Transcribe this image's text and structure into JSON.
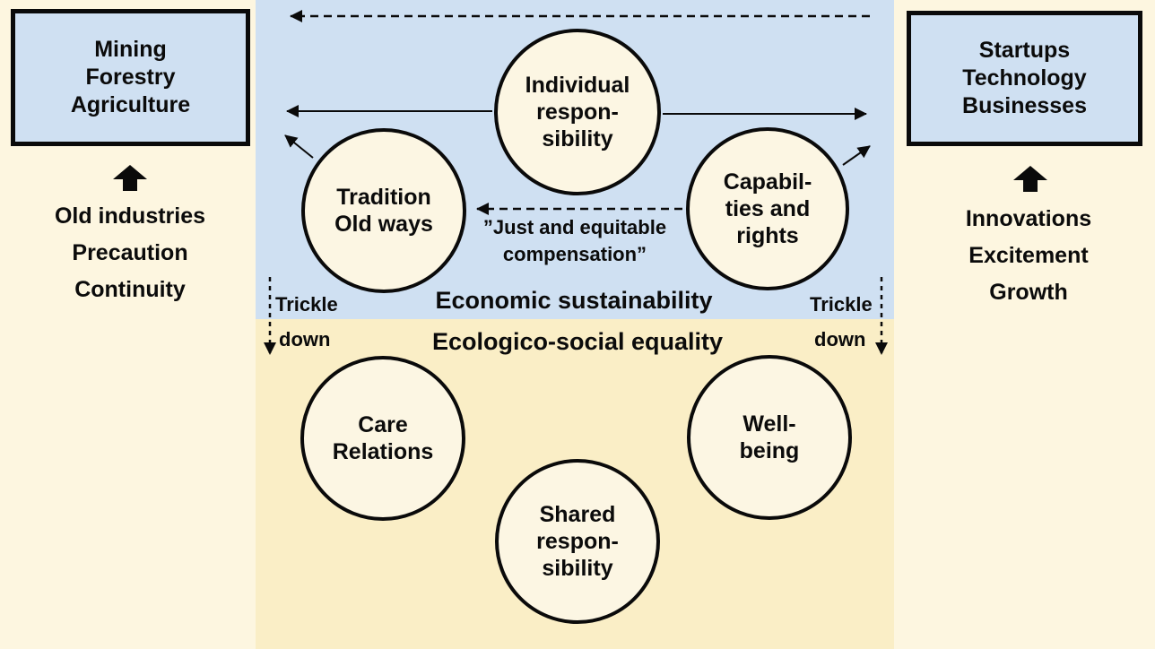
{
  "colors": {
    "background": "#FDF6E0",
    "economic_region": "#CFE0F2",
    "ecologico_region": "#FAEEC6",
    "circle_fill": "#FCF6E3",
    "box_fill": "#CFE0F2",
    "line": "#0A0A0A",
    "text": "#0B0B0B"
  },
  "left_panel": {
    "box_lines": [
      "Mining",
      "Forestry",
      "Agriculture"
    ],
    "arrow_icon": "up-arrow",
    "list_lines": [
      "Old industries",
      "Precaution",
      "Continuity"
    ]
  },
  "right_panel": {
    "box_lines": [
      "Startups",
      "Technology",
      "Businesses"
    ],
    "arrow_icon": "up-arrow",
    "list_lines": [
      "Innovations",
      "Excitement",
      "Growth"
    ]
  },
  "regions": {
    "economic_label": "Economic sustainability",
    "ecologico_label": "Ecologico-social equality"
  },
  "annotations": {
    "compensation_line1": "”Just and equitable",
    "compensation_line2": "compensation”",
    "trickle_left_line1": "Trickle",
    "trickle_left_line2": "down",
    "trickle_right_line1": "Trickle",
    "trickle_right_line2": "down"
  },
  "circles": {
    "individual": [
      "Individual",
      "respon-",
      "sibility"
    ],
    "tradition": [
      "Tradition",
      "Old ways"
    ],
    "capabilities": [
      "Capabil-",
      "ties and",
      "rights"
    ],
    "care": [
      "Care",
      "Relations"
    ],
    "shared": [
      "Shared",
      "respon-",
      "sibility"
    ],
    "wellbeing": [
      "Well-",
      "being"
    ]
  }
}
